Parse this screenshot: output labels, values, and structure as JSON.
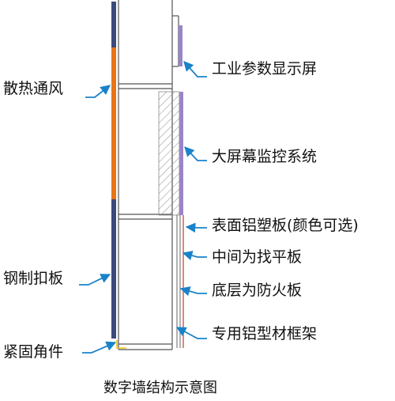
{
  "caption": "数字墙结构示意图",
  "labels": {
    "industrial_display": "工业参数显示屏",
    "large_screen": "大屏幕监控系统",
    "surface_panel": "表面铝塑板(颜色可选)",
    "middle_layer": "中间为找平板",
    "bottom_layer": "底层为防火板",
    "frame": "专用铝型材框架",
    "ventilation": "散热通风",
    "steel_plate": "钢制扣板",
    "corner_bracket": "紧固角件"
  },
  "colors": {
    "leader": "#1a82c9",
    "ventilation": "#e8741a",
    "steel": "#3a4a7a",
    "screen": "#9a84c8",
    "surface": "#c0392b",
    "frame_line": "#555555",
    "hatch": "#888888",
    "bracket": "#e8c21a"
  }
}
